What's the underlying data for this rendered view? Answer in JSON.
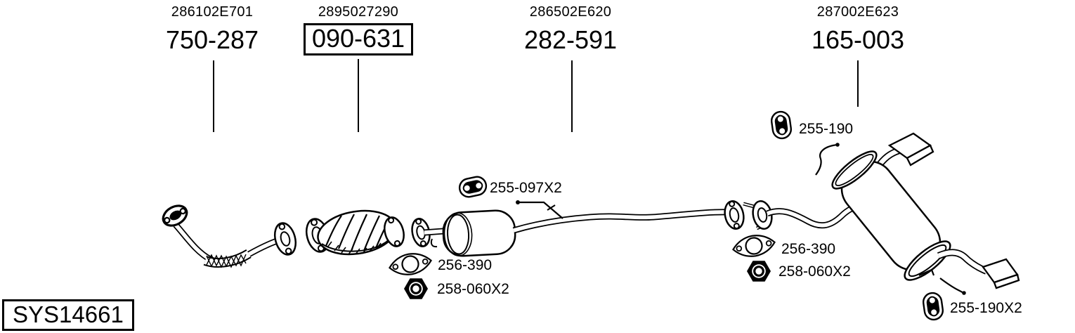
{
  "diagram": {
    "system_code": "SYS14661",
    "colors": {
      "line": "#000000",
      "background": "#ffffff"
    },
    "top_parts": [
      {
        "oe_number": "286102E701",
        "part_number": "750-287",
        "boxed": false,
        "component": "front-pipe"
      },
      {
        "oe_number": "2895027290",
        "part_number": "090-631",
        "boxed": true,
        "component": "catalytic-converter"
      },
      {
        "oe_number": "286502E620",
        "part_number": "282-591",
        "boxed": false,
        "component": "center-muffler-assembly"
      },
      {
        "oe_number": "287002E623",
        "part_number": "165-003",
        "boxed": false,
        "component": "rear-muffler"
      }
    ],
    "callouts": [
      {
        "part_number": "255-190",
        "icon": "rubber-hanger-icon"
      },
      {
        "part_number": "255-097X2",
        "icon": "rubber-hanger-icon"
      },
      {
        "part_number": "256-390",
        "icon": "gasket-icon"
      },
      {
        "part_number": "258-060X2",
        "icon": "nut-icon"
      },
      {
        "part_number": "256-390",
        "icon": "gasket-icon"
      },
      {
        "part_number": "258-060X2",
        "icon": "nut-icon"
      },
      {
        "part_number": "255-190X2",
        "icon": "rubber-hanger-icon"
      }
    ]
  }
}
